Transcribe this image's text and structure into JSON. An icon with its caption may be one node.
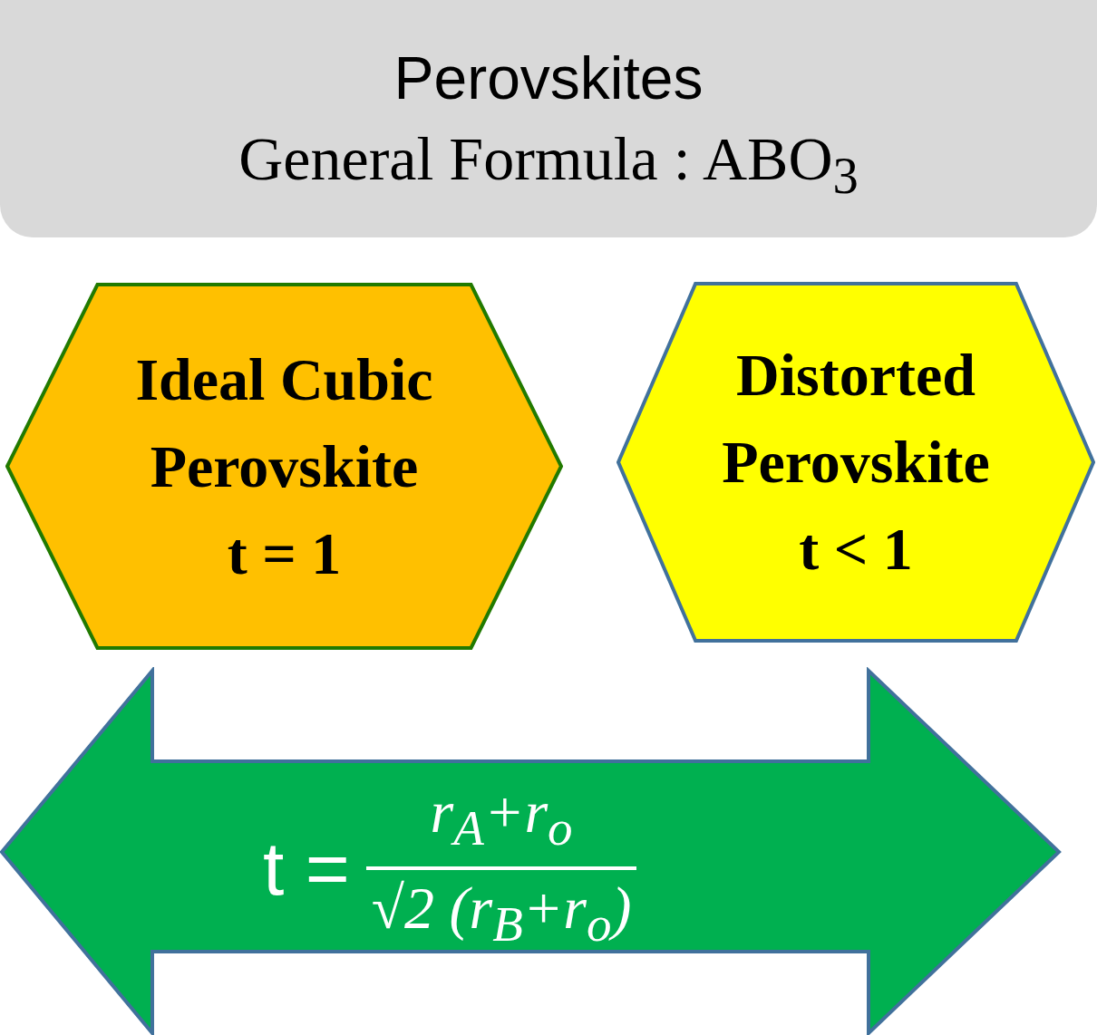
{
  "diagram": {
    "nodes": [
      {
        "text": [
          "Perovskites",
          "General Formula : ABO$_{3}$"
        ]
      },
      {
        "text": [
          "Ideal Cubic Perovskite",
          "t = 1"
        ]
      },
      {
        "text": [
          "Distorted Perovskite",
          "t < 1"
        ]
      },
      {
        "text": [
          "t =",
          "r$_{A}$+r$_{o}$",
          "√2 (r$_{B}$+r$_{o}$)"
        ]
      }
    ],
    "edges": []
  }
}
